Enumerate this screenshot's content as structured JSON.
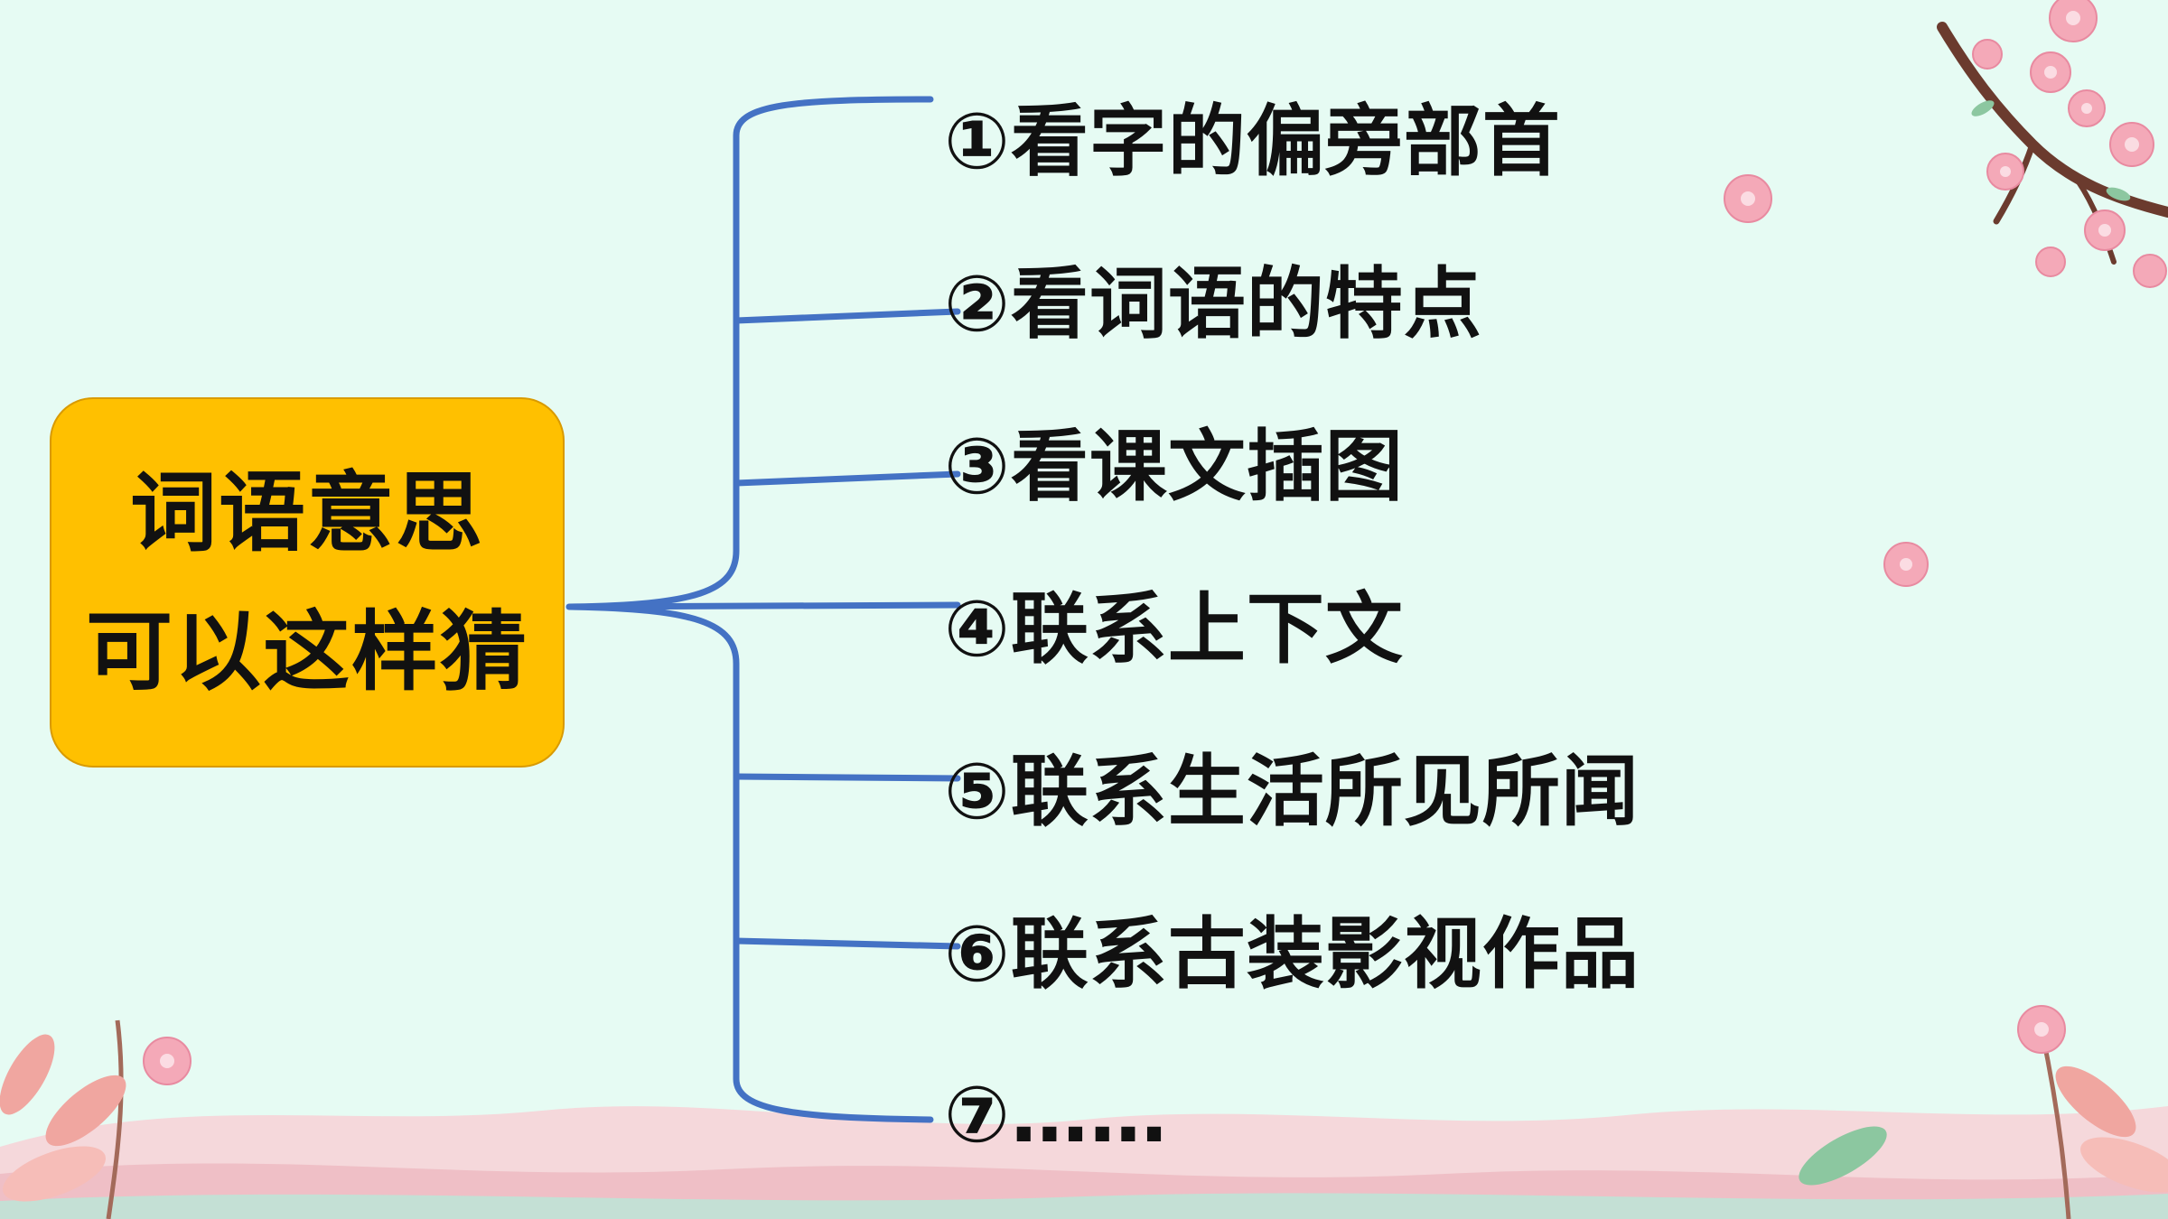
{
  "diagram": {
    "center": {
      "line1": "词语意思",
      "line2": "可以这样猜"
    },
    "branches": [
      {
        "label": "①看字的偏旁部首"
      },
      {
        "label": "②看词语的特点"
      },
      {
        "label": "③看课文插图"
      },
      {
        "label": "④联系上下文"
      },
      {
        "label": "⑤联系生活所见所闻"
      },
      {
        "label": "⑥联系古装影视作品"
      },
      {
        "label": "⑦……"
      }
    ]
  },
  "colors": {
    "background": "#e6fbf3",
    "center_box": "#ffc000",
    "connector": "#4472c4",
    "text": "#111111",
    "blossom": "#f4a9b8",
    "hills": "#f2c9cf"
  }
}
